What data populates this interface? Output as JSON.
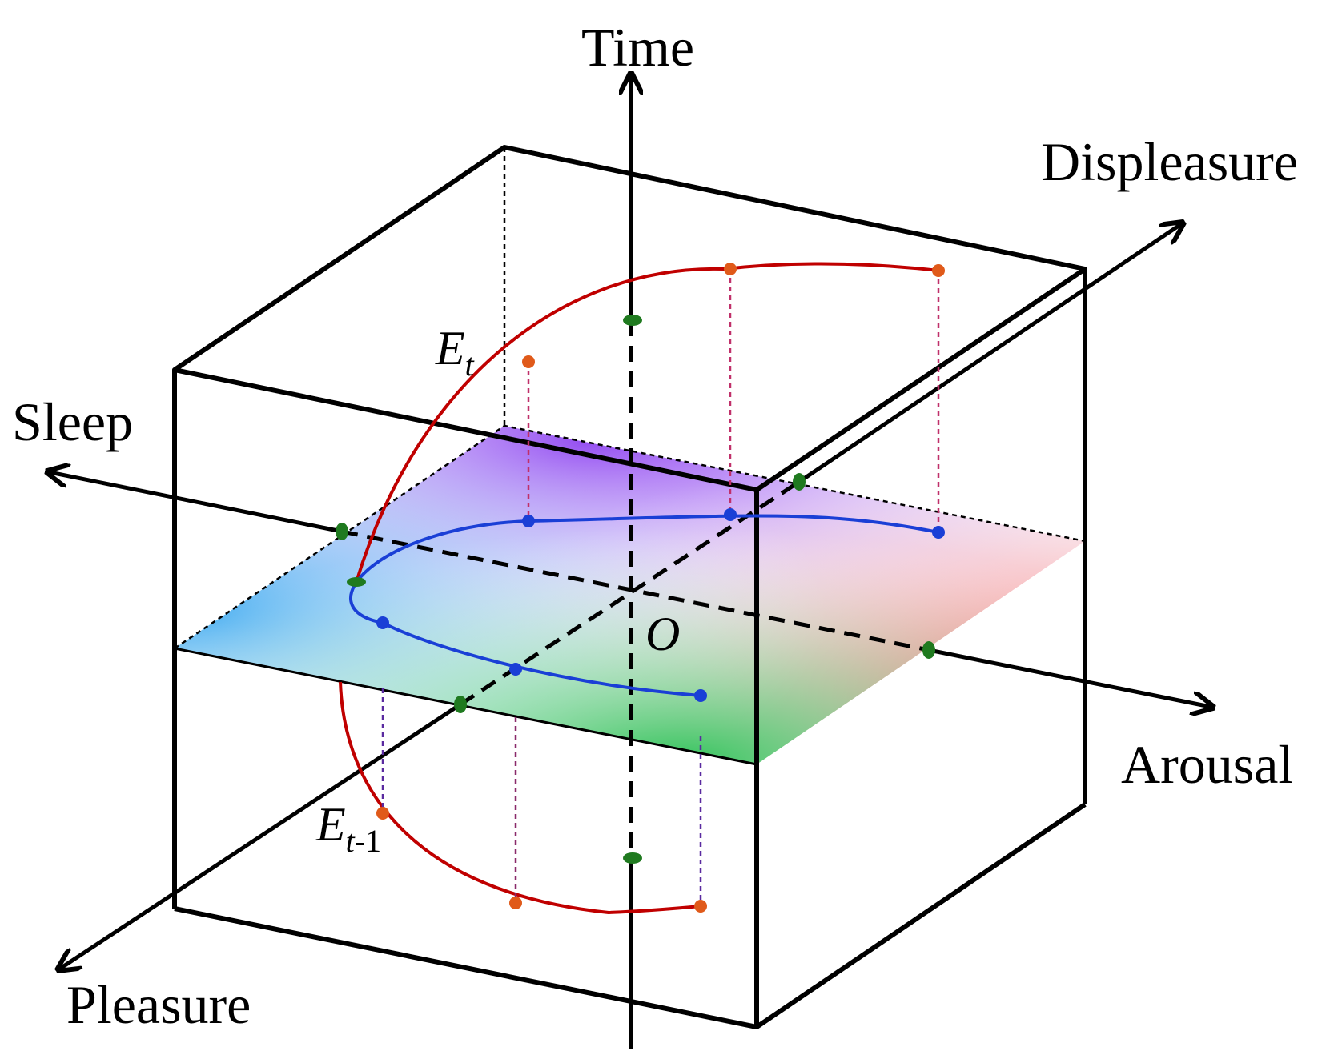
{
  "axes": {
    "time": "Time",
    "displeasure": "Displeasure",
    "sleep": "Sleep",
    "arousal": "Arousal",
    "pleasure": "Pleasure",
    "origin": "O"
  },
  "states": {
    "current": {
      "base": "E",
      "sub": "t"
    },
    "previous": {
      "base": "E",
      "sub": "t",
      "sub_suffix": "-1"
    }
  },
  "colors": {
    "edge": "#000000",
    "trajectory_3d": "#c00000",
    "trajectory_plane": "#1a3fd6",
    "projection_point": "#e05a1a",
    "axis_crossing": "#1f7a1f",
    "quadrant_top_left": "#8a3cf0",
    "quadrant_top_right": "#f04040",
    "quadrant_bottom_left": "#3aa8f0",
    "quadrant_bottom_right": "#22c050"
  }
}
